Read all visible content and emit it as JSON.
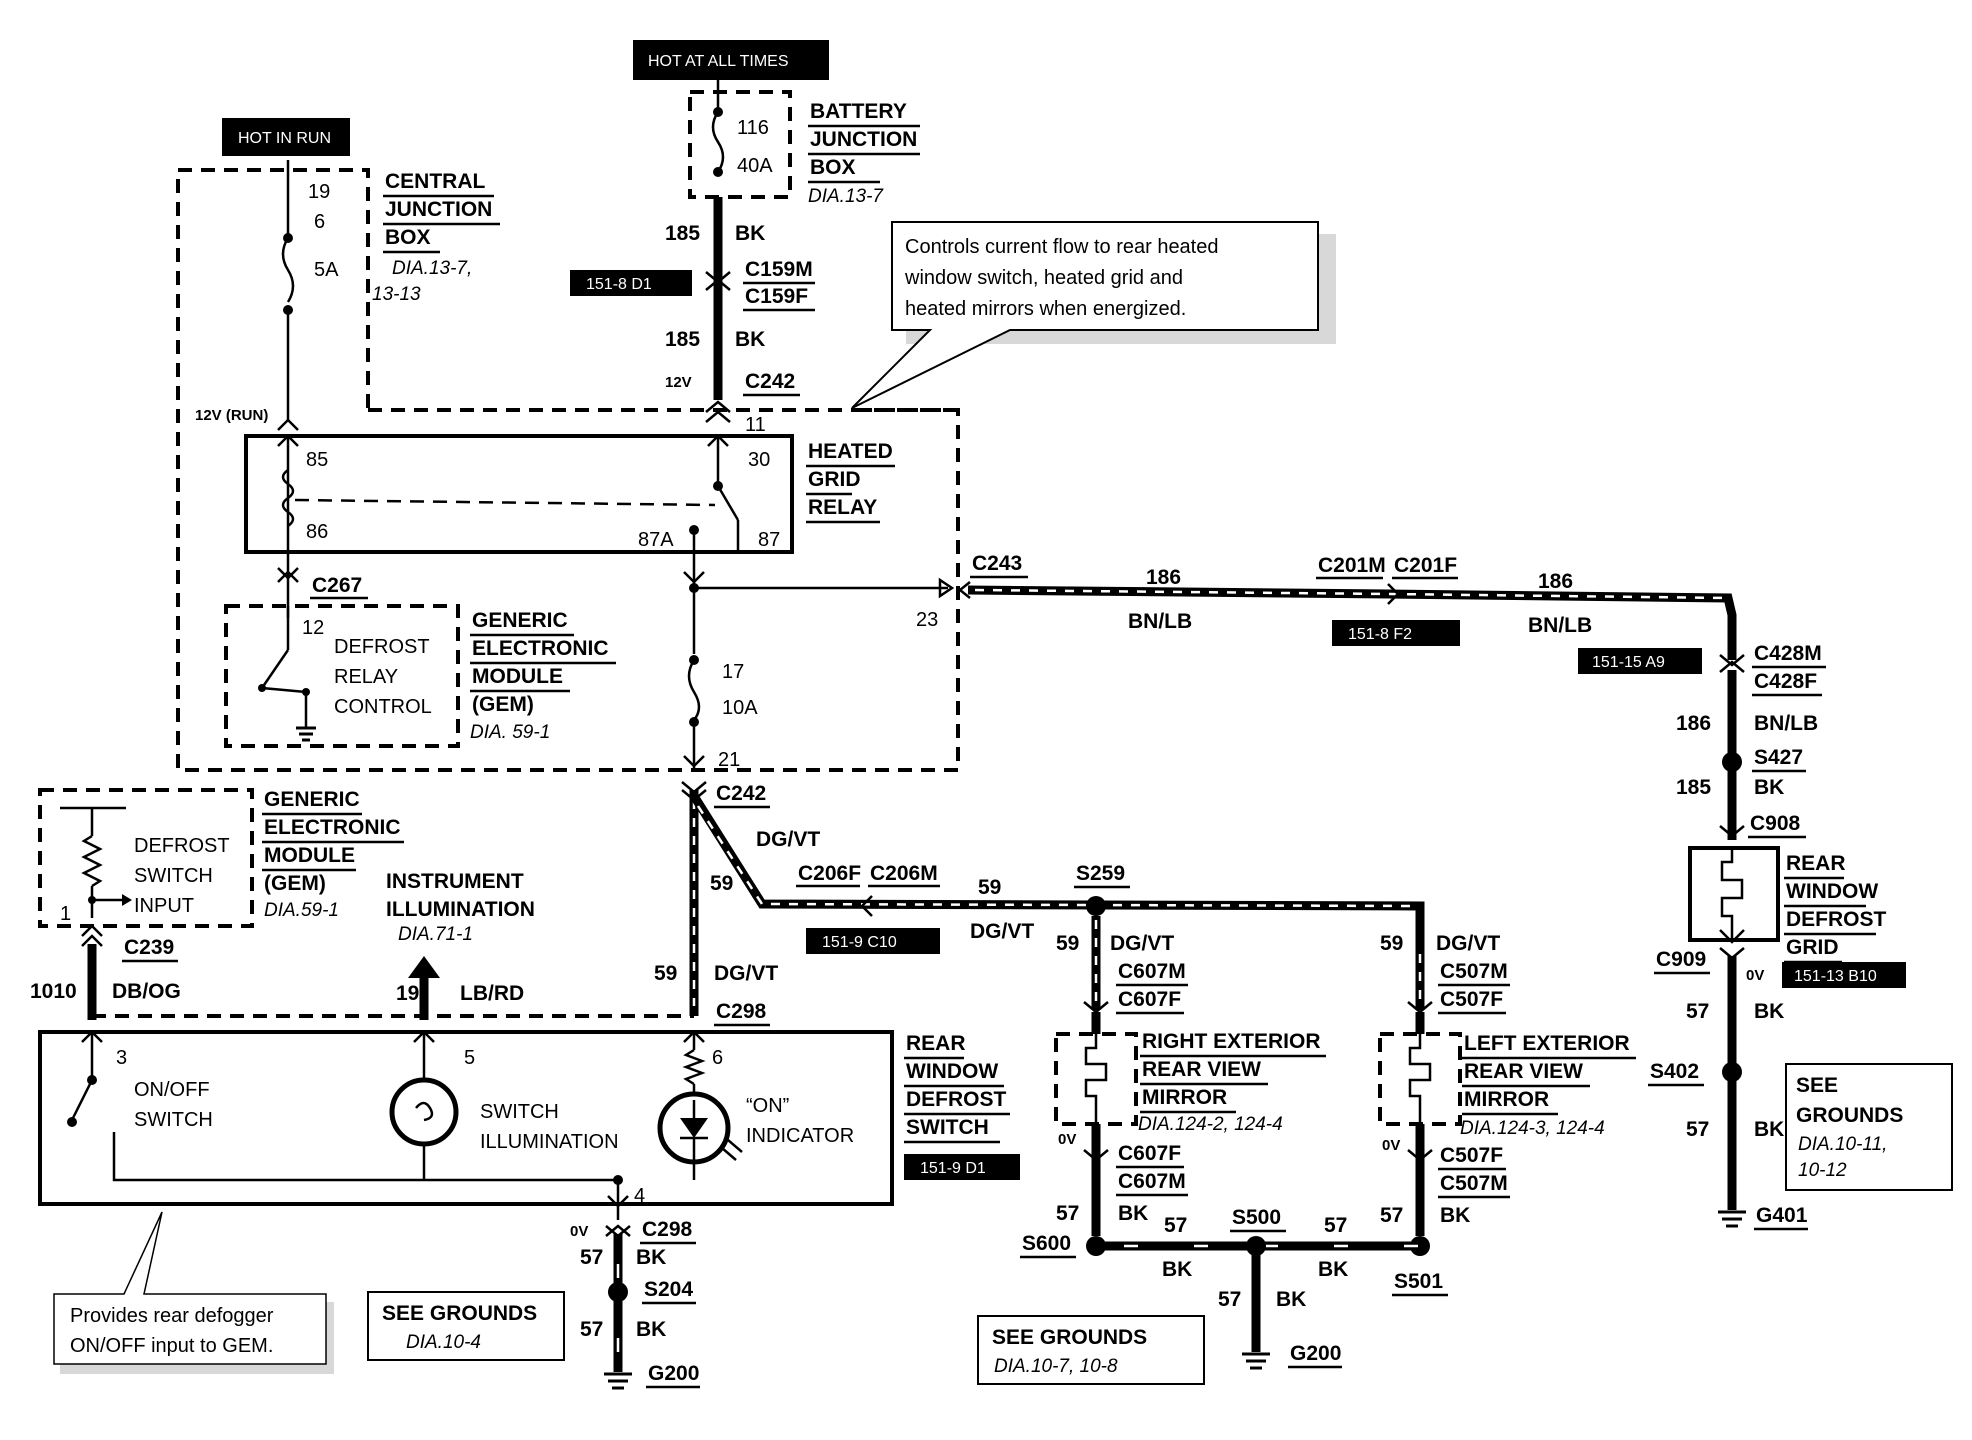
{
  "power": {
    "hot_in_run": "HOT IN RUN",
    "hot_at_all_times": "HOT AT ALL TIMES"
  },
  "central_junction_box": {
    "title_1": "CENTRAL",
    "title_2": "JUNCTION",
    "title_3": "BOX",
    "ref_1": "DIA.13-7,",
    "ref_2": "13-13",
    "pin_top": "19",
    "fuse_num": "6",
    "fuse_amp": "5A",
    "voltage": "12V (RUN)"
  },
  "battery_junction_box": {
    "title_1": "BATTERY",
    "title_2": "JUNCTION",
    "title_3": "BOX",
    "ref": "DIA.13-7",
    "fuse_num": "116",
    "fuse_amp": "40A"
  },
  "top_feed": {
    "circuit_1": "185",
    "color_1": "BK",
    "conn_m": "C159M",
    "conn_f": "C159F",
    "ref_tag": "151-8 D1",
    "circuit_2": "185",
    "color_2": "BK",
    "voltage": "12V",
    "conn": "C242",
    "pin": "11"
  },
  "callout_relay": {
    "line_1": "Controls  current flow to rear heated",
    "line_2": "window switch, heated grid and",
    "line_3": "heated mirrors when energized."
  },
  "relay": {
    "title_1": "HEATED",
    "title_2": "GRID",
    "title_3": "RELAY",
    "pin_85": "85",
    "pin_86": "86",
    "pin_30": "30",
    "pin_87a": "87A",
    "pin_87": "87"
  },
  "gem_top": {
    "conn": "C267",
    "pin": "12",
    "ctrl_1": "DEFROST",
    "ctrl_2": "RELAY",
    "ctrl_3": "CONTROL",
    "title_1": "GENERIC",
    "title_2": "ELECTRONIC",
    "title_3": "MODULE",
    "title_4": "(GEM)",
    "ref": "DIA. 59-1",
    "fuse_num": "17",
    "fuse_amp": "10A",
    "pin_21": "21",
    "pin_23": "23"
  },
  "grid_feed": {
    "conn_243": "C243",
    "circuit_a": "186",
    "color_a": "BN/LB",
    "conn_201m": "C201M",
    "conn_201f": "C201F",
    "ref_tag_a": "151-8 F2",
    "circuit_b": "186",
    "color_b": "BN/LB",
    "ref_tag_b": "151-15 A9",
    "conn_428m": "C428M",
    "conn_428f": "C428F",
    "circuit_c": "186",
    "color_c": "BN/LB",
    "splice": "S427",
    "circuit_d": "185",
    "color_d": "BK",
    "conn_908": "C908"
  },
  "rear_grid": {
    "title_1": "REAR",
    "title_2": "WINDOW",
    "title_3": "DEFROST",
    "title_4": "GRID",
    "conn_909": "C909",
    "voltage": "0V",
    "ref_tag": "151-13 B10",
    "circuit_1": "57",
    "color_1": "BK",
    "splice": "S402",
    "circuit_2": "57",
    "color_2": "BK",
    "ground": "G401"
  },
  "see_grounds_right": {
    "line_1": "SEE",
    "line_2": "GROUNDS",
    "ref_1": "DIA.10-11,",
    "ref_2": "10-12"
  },
  "gem_left": {
    "title_1": "GENERIC",
    "title_2": "ELECTRONIC",
    "title_3": "MODULE",
    "title_4": "(GEM)",
    "ref": "DIA.59-1",
    "input_1": "DEFROST",
    "input_2": "SWITCH",
    "input_3": "INPUT",
    "pin": "1",
    "conn": "C239",
    "circuit": "1010",
    "color": "DB/OG"
  },
  "instrument": {
    "title_1": "INSTRUMENT",
    "title_2": "ILLUMINATION",
    "ref": "DIA.71-1",
    "circuit": "19",
    "color": "LB/RD"
  },
  "switch_feed": {
    "conn_242": "C242",
    "color_dgvt": "DG/VT",
    "circuit": "59",
    "circuit_2": "59",
    "color_2": "DG/VT",
    "conn_298": "C298",
    "conn_206f": "C206F",
    "conn_206m": "C206M",
    "ref_tag": "151-9 C10",
    "circuit_3": "59",
    "color_3": "DG/VT",
    "splice": "S259"
  },
  "rear_switch": {
    "pin_3": "3",
    "onoff_1": "ON/OFF",
    "onoff_2": "SWITCH",
    "pin_5": "5",
    "illum_1": "SWITCH",
    "illum_2": "ILLUMINATION",
    "pin_6": "6",
    "ind_1": "“ON”",
    "ind_2": "INDICATOR",
    "title_1": "REAR",
    "title_2": "WINDOW",
    "title_3": "DEFROST",
    "title_4": "SWITCH",
    "ref_tag": "151-9 D1",
    "pin_4": "4"
  },
  "switch_ground": {
    "voltage": "0V",
    "conn": "C298",
    "circuit_1": "57",
    "color_1": "BK",
    "splice": "S204",
    "circuit_2": "57",
    "color_2": "BK",
    "ground": "G200"
  },
  "see_grounds_left": {
    "line_1": "SEE  GROUNDS",
    "ref": "DIA.10-4"
  },
  "callout_switch": {
    "line_1": "Provides rear defogger",
    "line_2": "ON/OFF input to GEM."
  },
  "right_mirror": {
    "circuit": "59",
    "color": "DG/VT",
    "conn_m": "C607M",
    "conn_f": "C607F",
    "title_1": "RIGHT EXTERIOR",
    "title_2": "REAR VIEW",
    "title_3": "MIRROR",
    "ref": "DIA.124-2, 124-4",
    "voltage": "0V",
    "conn_f2": "C607F",
    "conn_m2": "C607M",
    "circuit_g": "57",
    "color_g": "BK",
    "splice": "S600"
  },
  "left_mirror": {
    "circuit": "59",
    "color": "DG/VT",
    "conn_m": "C507M",
    "conn_f": "C507F",
    "title_1": "LEFT EXTERIOR",
    "title_2": "REAR VIEW",
    "title_3": "MIRROR",
    "ref": "DIA.124-3, 124-4",
    "voltage": "0V",
    "conn_f2": "C507F",
    "conn_m2": "C507M",
    "circuit_g": "57",
    "color_g": "BK",
    "splice": "S501"
  },
  "mirror_ground": {
    "circuit_a": "57",
    "color_a": "BK",
    "splice": "S500",
    "circuit_b": "57",
    "color_b": "BK",
    "circuit_c": "57",
    "color_c": "BK",
    "ground": "G200"
  },
  "see_grounds_mid": {
    "line_1": "SEE GROUNDS",
    "ref": "DIA.10-7, 10-8"
  }
}
